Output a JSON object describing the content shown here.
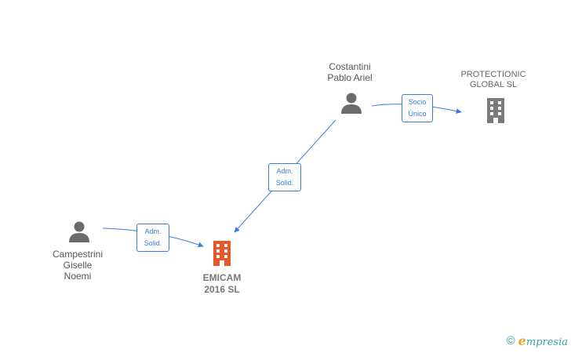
{
  "colors": {
    "person": "#6b6b6b",
    "company": "#7a7a7a",
    "main_company": "#e8582a",
    "edge": "#3a7fd5",
    "brand_teal": "#3aa0a8",
    "brand_orange": "#f0a020"
  },
  "nodes": {
    "costantini": {
      "label": "Costantini\nPablo Ariel",
      "icon": "person-icon"
    },
    "protectionic": {
      "label": "PROTECTIONIC\nGLOBAL  SL",
      "icon": "building-icon"
    },
    "campestrini": {
      "label": "Campestrini\nGiselle\nNoemi",
      "icon": "person-icon"
    },
    "emicam": {
      "label": "EMICAM\n2016  SL",
      "icon": "building-icon"
    }
  },
  "edges": [
    {
      "from": "costantini",
      "to": "protectionic",
      "label": "Socio\nÚnico"
    },
    {
      "from": "costantini",
      "to": "emicam",
      "label": "Adm.\nSolid."
    },
    {
      "from": "campestrini",
      "to": "emicam",
      "label": "Adm.\nSolid."
    }
  ],
  "footer": {
    "copyright_symbol": "©",
    "brand_first": "e",
    "brand_rest": "mpresia"
  }
}
